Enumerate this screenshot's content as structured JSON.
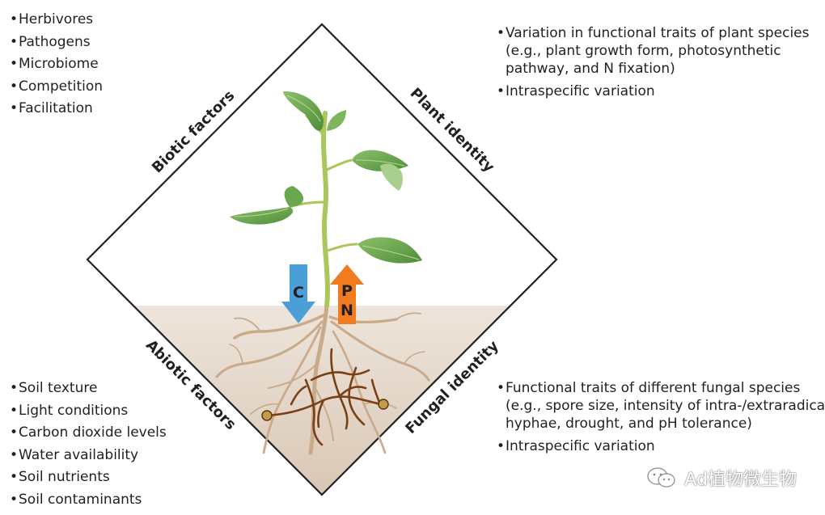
{
  "biotic_factors": {
    "label": "Biotic factors",
    "items": [
      "Herbivores",
      "Pathogens",
      "Microbiome",
      "Competition",
      "Facilitation"
    ]
  },
  "plant_identity": {
    "label": "Plant identity",
    "items": [
      {
        "line1": "Variation in functional traits of plant species",
        "line2": "(e.g., plant growth form, photosynthetic",
        "line3": "pathway, and N fixation)"
      },
      {
        "line1": "Intraspecific variation"
      }
    ]
  },
  "abiotic_factors": {
    "label": "Abiotic factors",
    "items": [
      "Soil texture",
      "Light conditions",
      "Carbon dioxide levels",
      "Water availability",
      "Soil nutrients",
      "Soil contaminants"
    ]
  },
  "fungal_identity": {
    "label": "Fungal identity",
    "items": [
      {
        "line1": "Functional traits of different fungal species",
        "line2": "(e.g., spore size, intensity of intra-/extraradical",
        "line3": "hyphae, drought, and pH tolerance)"
      },
      {
        "line1": "Intraspecific variation"
      }
    ]
  },
  "flux_arrows": {
    "carbon": {
      "label": "C",
      "color": "#4a9fd8"
    },
    "nutrients": {
      "label_p": "P",
      "label_n": "N",
      "color": "#f07c1f"
    }
  },
  "colors": {
    "soil": "#e8ddd3",
    "root": "#c9aa8b",
    "hyphae": "#7a3f14",
    "leaf": "#6aa84f",
    "stem": "#a9c75a"
  },
  "watermark": {
    "text": "Ad植物微生物",
    "icon": "wechat-icon"
  }
}
